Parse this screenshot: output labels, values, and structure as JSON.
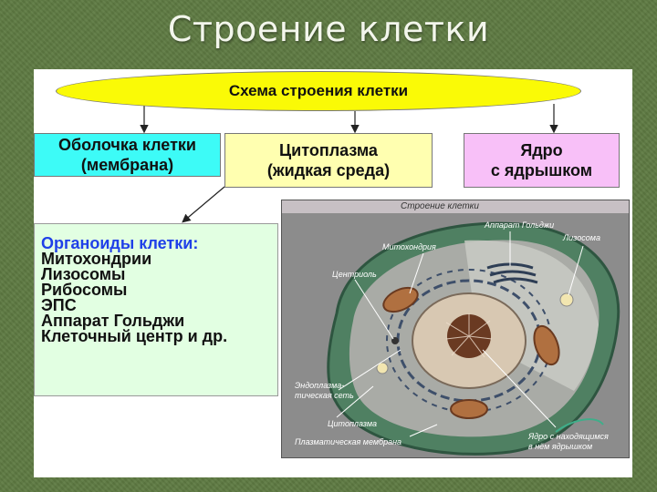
{
  "slide": {
    "title": "Строение клетки"
  },
  "scheme": {
    "header": "Схема строения клетки",
    "membrane_box": "Оболочка клетки\n(мембрана)",
    "cytoplasm_box": "Цитоплазма\n(жидкая среда)",
    "nucleus_box": "Ядро\nс ядрышком"
  },
  "organoids": {
    "heading": "Органоиды клетки:",
    "items": [
      "Митохондрии",
      "Лизосомы",
      "Рибосомы",
      "ЭПС",
      "Аппарат Гольджи",
      "Клеточный центр и др."
    ]
  },
  "cell_image": {
    "title": "Строение клетки",
    "labels": {
      "mitochondria": "Митохондрия",
      "golgi": "Аппарат Гольджи",
      "lysosome": "Лизосома",
      "centriole": "Центриоль",
      "er_line1": "Эндоплазма-",
      "er_line2": "тическая сеть",
      "cytoplasm": "Цитоплазма",
      "membrane": "Плазматическая мембрана",
      "nucleus_line1": "Ядро с находящимся",
      "nucleus_line2": "в нём ядрышком"
    }
  },
  "colors": {
    "background": "#5e7a42",
    "header": "#fafa06",
    "membrane": "#3dfbf7",
    "cytoplasm": "#ffffb0",
    "nucleus": "#f8c0f8",
    "organoids_bg": "#e2ffe2",
    "organoids_heading": "#2040e8"
  }
}
